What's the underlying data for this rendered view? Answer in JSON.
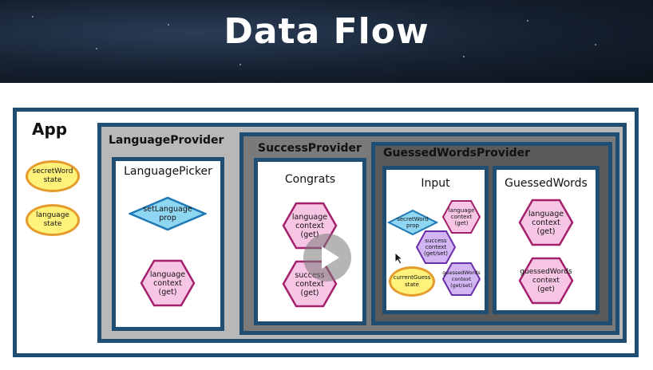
{
  "title": "Data Flow",
  "app": {
    "label": "App",
    "secret_word": [
      "secretWord",
      "state"
    ],
    "language": [
      "language",
      "state"
    ]
  },
  "language_provider": {
    "label": "LanguageProvider",
    "picker": {
      "label": "LanguagePicker",
      "set_language": [
        "setLanguage",
        "prop"
      ],
      "language_context": [
        "language",
        "context",
        "(get)"
      ]
    }
  },
  "success_provider": {
    "label": "SuccessProvider",
    "congrats": {
      "label": "Congrats",
      "language_context": [
        "language",
        "context",
        "(get)"
      ],
      "success_context": [
        "success",
        "context",
        "(get)"
      ]
    }
  },
  "guessed_words_provider": {
    "label": "GuessedWordsProvider",
    "input": {
      "label": "Input",
      "secret_word_prop": [
        "secretWord",
        "prop"
      ],
      "language_context": [
        "language",
        "context",
        "(get)"
      ],
      "success_context": [
        "success",
        "context",
        "(get/set)"
      ],
      "current_guess": [
        "currentGuess",
        "state"
      ],
      "guessed_words_context": [
        "guessedWords",
        "context",
        "(get/set)"
      ]
    },
    "guessed_words": {
      "label": "GuessedWords",
      "language_context": [
        "language",
        "context",
        "(get)"
      ],
      "guessed_words_context": [
        "guessedWords",
        "context",
        "(get)"
      ]
    }
  },
  "colors": {
    "border_blue": "#1f4e72",
    "state_fill": "#fff27a",
    "state_border": "#e49b2a",
    "prop_fill": "#8fd6f2",
    "prop_border": "#1e79b4",
    "context_fill": "#f7c6e4",
    "context_border": "#a3206c",
    "set_fill": "#d2b6f4",
    "set_border": "#6a2ea8"
  }
}
